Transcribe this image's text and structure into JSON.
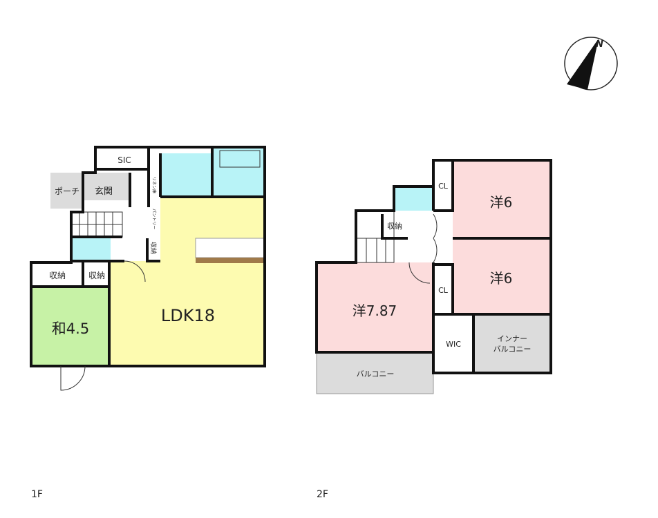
{
  "floors": [
    {
      "label": "1F",
      "rooms": {
        "sic": "SIC",
        "porch": "ポーチ",
        "entrance": "玄関",
        "linen": "リネン庫",
        "pantry": "パントリー",
        "storage_hall": "収納",
        "storage_1": "収納",
        "storage_2": "収納",
        "japanese_room": "和4.5",
        "ldk": "LDK18"
      }
    },
    {
      "label": "2F",
      "rooms": {
        "western_1": "洋6",
        "western_2": "洋6",
        "western_3": "洋7.87",
        "cl_1": "CL",
        "cl_2": "CL",
        "storage": "収納",
        "wic": "WIC",
        "inner_balcony_1": "インナー",
        "inner_balcony_2": "バルコニー",
        "balcony": "バルコニー"
      }
    }
  ],
  "compass": {
    "label": "N"
  },
  "colors": {
    "ldk": "#fdfbb0",
    "wet": "#b8f3f7",
    "japanese": "#c7f2a6",
    "western": "#fcdcdc",
    "outdoor": "#dcdcdc"
  }
}
